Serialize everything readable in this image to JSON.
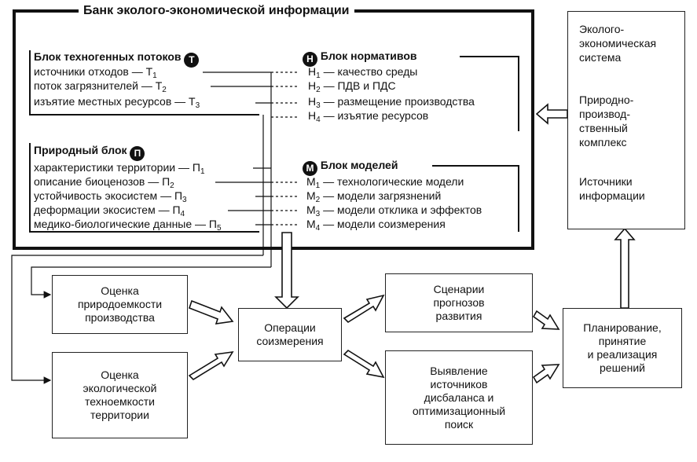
{
  "bank_title": "Банк эколого-экономической информации",
  "technogenic": {
    "title": "Блок техногенных потоков",
    "badge": "Т",
    "items": [
      "источники отходов — Т",
      "поток загрязнителей — Т",
      "изъятие местных ресурсов — Т"
    ],
    "subs": [
      "1",
      "2",
      "3"
    ]
  },
  "natural": {
    "title": "Природный блок",
    "badge": "П",
    "items": [
      "характеристики территории — П",
      "описание биоценозов — П",
      "устойчивость экосистем — П",
      "деформации экосистем — П",
      "медико-биологические данные — П"
    ],
    "subs": [
      "1",
      "2",
      "3",
      "4",
      "5"
    ]
  },
  "norms": {
    "title": "Блок нормативов",
    "badge": "Н",
    "prefix": "Н",
    "items": [
      "— качество среды",
      "— ПДВ и ПДС",
      "— размещение производства",
      "— изъятие ресурсов"
    ],
    "subs": [
      "1",
      "2",
      "3",
      "4"
    ]
  },
  "models": {
    "title": "Блок моделей",
    "badge": "М",
    "prefix": "М",
    "items": [
      "— технологические модели",
      "— модели загрязнений",
      "— модели отклика и эффектов",
      "— модели соизмерения"
    ],
    "subs": [
      "1",
      "2",
      "3",
      "4"
    ]
  },
  "right_panel": {
    "block1": [
      "Эколого-",
      "экономическая",
      "система"
    ],
    "block2": [
      "Природно-",
      "производ-",
      "ственный",
      "комплекс"
    ],
    "block3": [
      "Источники",
      "информации"
    ]
  },
  "boxes": {
    "assessment_capacity": "Оценка\nприродоемкости\nпроизводства",
    "assessment_ecotech": "Оценка\nэкологической\nтехноемкости\nтерритории",
    "operations": "Операции\nсоизмерения",
    "scenarios": "Сценарии\nпрогнозов\nразвития",
    "imbalance": "Выявление\nисточников\nдисбаланса и\nоптимизационный\nпоиск",
    "planning": "Планирование,\nпринятие\nи реализация\nрешений"
  }
}
